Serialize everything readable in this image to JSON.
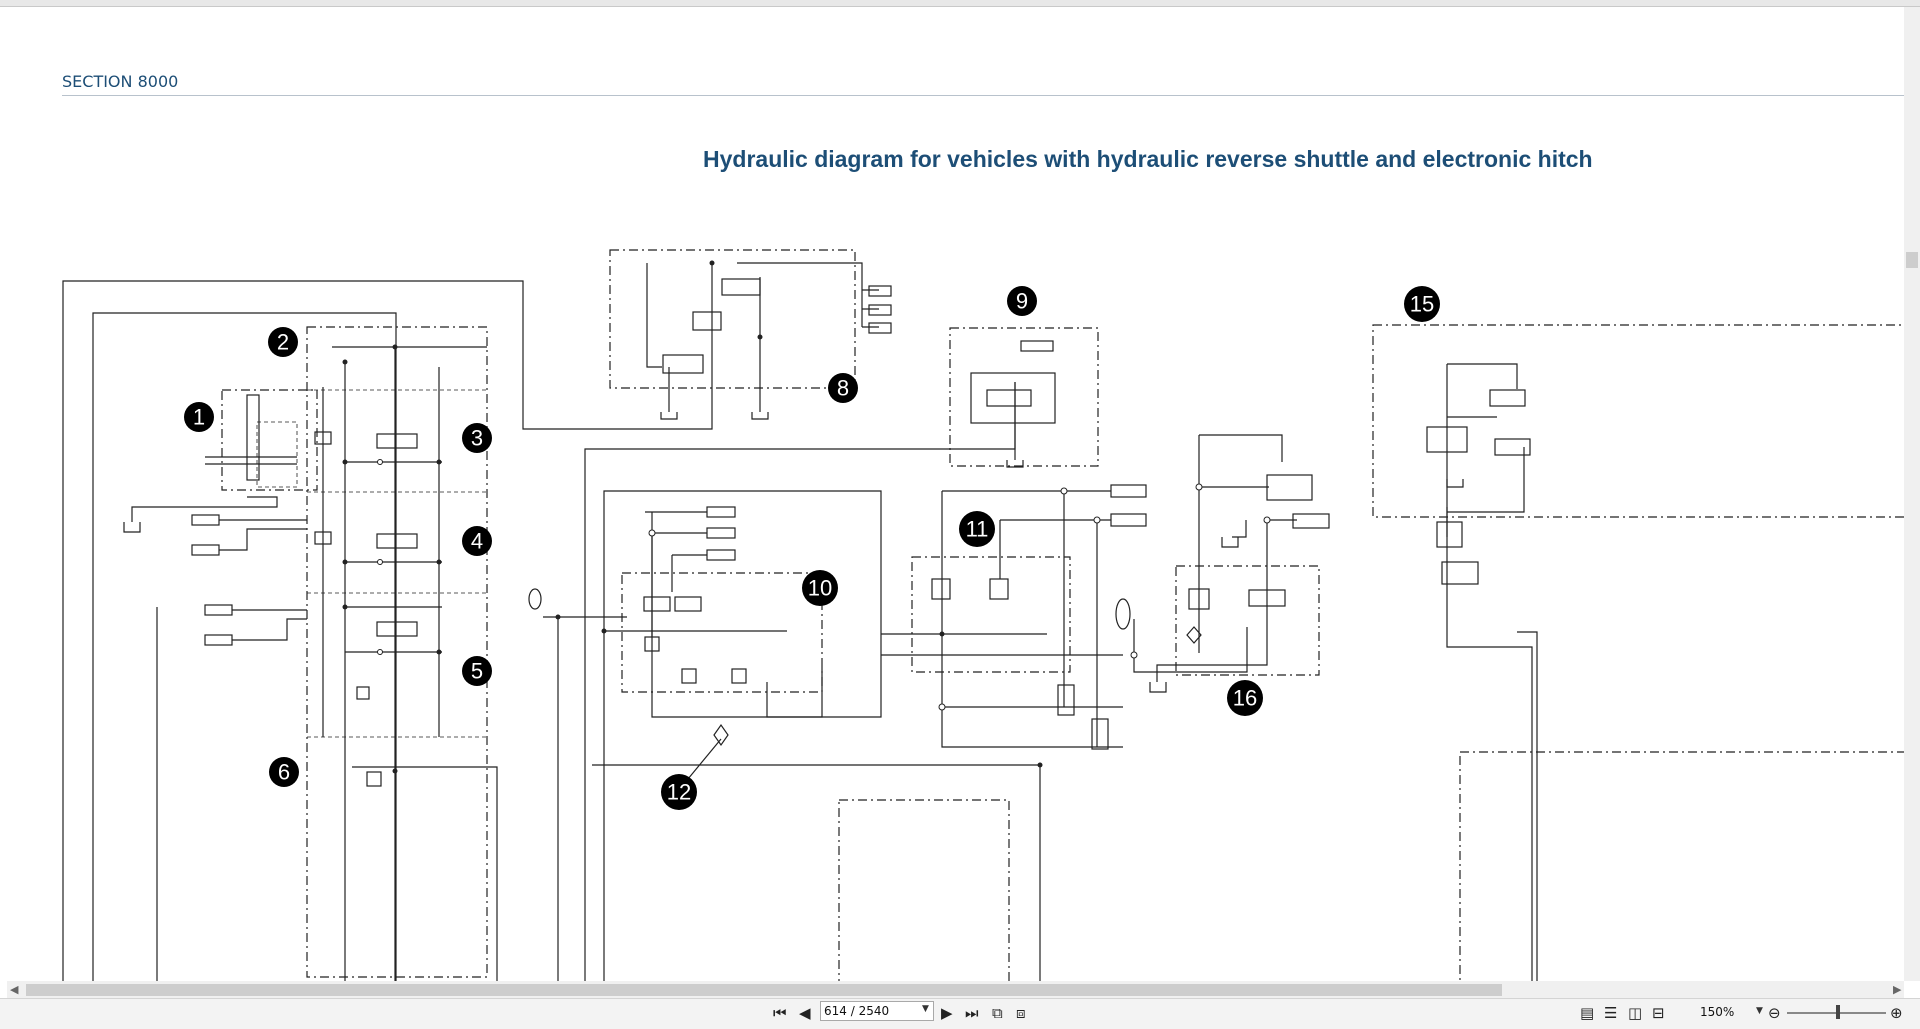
{
  "document": {
    "section_label": "SECTION 8000",
    "title": "Hydraulic diagram for vehicles with hydraulic reverse shuttle and electronic hitch"
  },
  "diagram": {
    "callouts": [
      "1",
      "2",
      "3",
      "4",
      "5",
      "6",
      "8",
      "9",
      "10",
      "11",
      "12",
      "15",
      "16"
    ]
  },
  "toolbar": {
    "page_indicator": "614 / 2540",
    "zoom_level": "150%",
    "icons": [
      "first-page-icon",
      "previous-page-icon",
      "next-page-icon",
      "last-page-icon",
      "fit-page-icon",
      "fit-width-icon",
      "single-page-view-icon",
      "continuous-view-icon",
      "facing-view-icon",
      "split-view-icon",
      "zoom-out-icon",
      "zoom-in-icon"
    ]
  }
}
